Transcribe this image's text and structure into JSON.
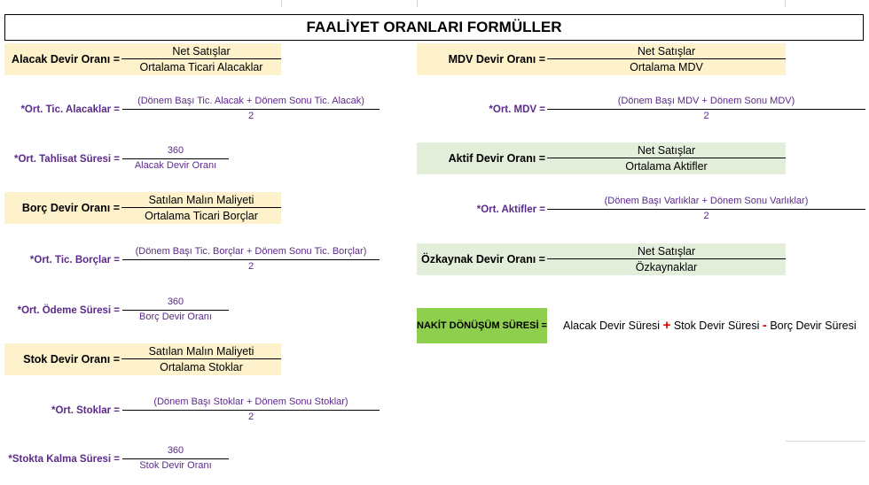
{
  "title": "FAALİYET ORANLARI FORMÜLLER",
  "left": {
    "alacak": {
      "label": "Alacak Devir Oranı =",
      "num": "Net Satışlar",
      "den": "Ortalama Ticari Alacaklar"
    },
    "ort_tic_alacaklar": {
      "label": "*Ort. Tic. Alacaklar =",
      "num": "(Dönem Başı Tic. Alacak + Dönem Sonu Tic. Alacak)",
      "den": "2"
    },
    "tahlisat": {
      "label": "*Ort. Tahlisat Süresi =",
      "num": "360",
      "den": "Alacak Devir Oranı"
    },
    "borc": {
      "label": "Borç Devir Oranı =",
      "num": "Satılan Malın Maliyeti",
      "den": "Ortalama Ticari Borçlar"
    },
    "ort_tic_borclar": {
      "label": "*Ort. Tic. Borçlar =",
      "num": "(Dönem Başı Tic. Borçlar + Dönem Sonu Tic. Borçlar)",
      "den": "2"
    },
    "odeme": {
      "label": "*Ort. Ödeme Süresi =",
      "num": "360",
      "den": "Borç Devir Oranı"
    },
    "stok": {
      "label": "Stok Devir Oranı =",
      "num": "Satılan Malın Maliyeti",
      "den": "Ortalama Stoklar"
    },
    "ort_stoklar": {
      "label": "*Ort. Stoklar =",
      "num": "(Dönem Başı Stoklar + Dönem Sonu Stoklar)",
      "den": "2"
    },
    "stokta_kalma": {
      "label": "*Stokta Kalma Süresi =",
      "num": "360",
      "den": "Stok Devir Oranı"
    }
  },
  "right": {
    "mdv": {
      "label": "MDV Devir Oranı =",
      "num": "Net Satışlar",
      "den": "Ortalama MDV"
    },
    "ort_mdv": {
      "label": "*Ort. MDV =",
      "num": "(Dönem Başı MDV + Dönem Sonu MDV)",
      "den": "2"
    },
    "aktif": {
      "label": "Aktif Devir Oranı =",
      "num": "Net Satışlar",
      "den": "Ortalama Aktifler"
    },
    "ort_aktifler": {
      "label": "*Ort. Aktifler =",
      "num": "(Dönem Başı Varlıklar + Dönem Sonu Varlıklar)",
      "den": "2"
    },
    "ozkaynak": {
      "label": "Özkaynak Devir Oranı =",
      "num": "Net Satışlar",
      "den": "Özkaynaklar"
    }
  },
  "nakit": {
    "label": "NAKİT DÖNÜŞÜM SÜRESİ =",
    "term1": "Alacak Devir Süresi",
    "op1": "+",
    "term2": "Stok Devir Süresi",
    "op2": "-",
    "term3": "Borç Devir Süresi"
  },
  "colors": {
    "yellow": "#fdf2cc",
    "green": "#e3efda",
    "nakit": "#8fcf4e",
    "purple": "#5b2a8a",
    "operator": "#e00000"
  }
}
